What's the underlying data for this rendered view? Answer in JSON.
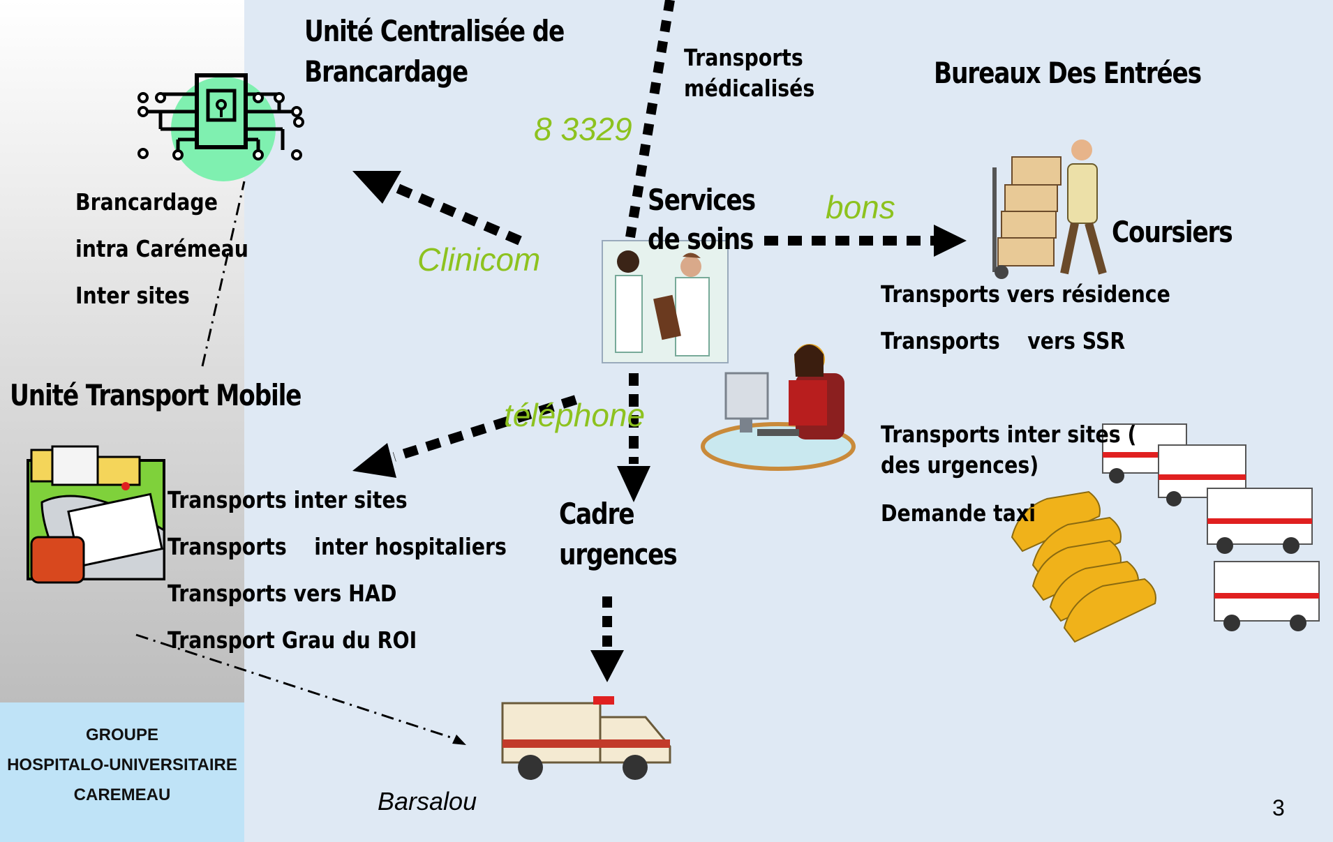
{
  "logo": {
    "line1": "GROUPE",
    "line2": "HOSPITALO-UNIVERSITAIRE",
    "line3": "CAREMEAU"
  },
  "ucb": {
    "title_l1": "Unité Centralisée de",
    "title_l2": "Brancardage"
  },
  "ucb_items": [
    "Brancardage",
    "intra Carémeau",
    "Inter sites"
  ],
  "utm": {
    "title": "Unité Transport Mobile"
  },
  "utm_items": [
    "Transports inter sites",
    "Transports    inter hospitaliers",
    "Transports vers HAD",
    "Transport Grau du ROI"
  ],
  "transports_medicalises": {
    "l1": "Transports",
    "l2": "médicalisés"
  },
  "phone_number": "8 3329",
  "services": {
    "l1": "Services",
    "l2": "de soins"
  },
  "bureaux": {
    "title": "Bureaux Des Entrées"
  },
  "coursiers": {
    "title": "Coursiers"
  },
  "bde_items": [
    "Transports vers résidence",
    "Transports    vers SSR"
  ],
  "urgences_items": {
    "l1": "Transports inter sites (",
    "l2": "des urgences)",
    "l3": "Demande taxi"
  },
  "labels": {
    "bons": "bons",
    "clinicom": "Clinicom",
    "telephone": "téléphone",
    "barsalou": "Barsalou"
  },
  "cadre": {
    "l1": "Cadre",
    "l2": "urgences"
  },
  "page_number": "3",
  "colors": {
    "accent_green": "#8dc21f",
    "logo_bg": "#bfe3f7",
    "canvas_bg": "#dfe9f4"
  }
}
